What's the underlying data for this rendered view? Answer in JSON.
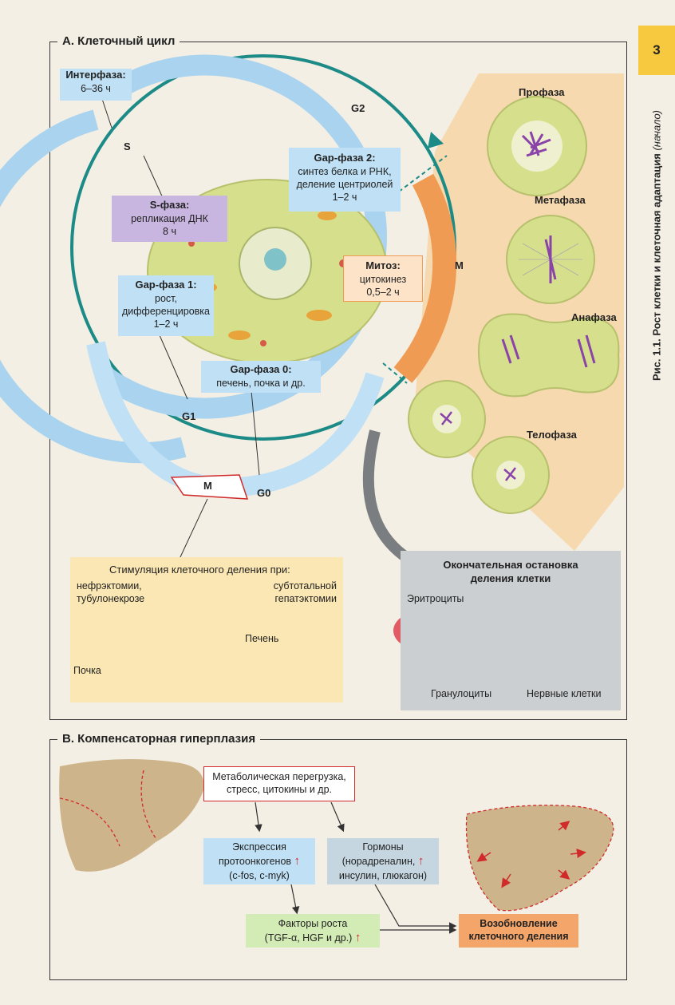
{
  "page_number": "3",
  "side_caption": {
    "fig": "Рис. 1.1.",
    "title": "Рост клетки и клеточная адаптация",
    "note": "(начало)"
  },
  "sectionA": {
    "title": "А. Клеточный цикл",
    "interphase": {
      "title": "Интерфаза:",
      "time": "6–36 ч"
    },
    "letters": {
      "s": "S",
      "g2": "G2",
      "m": "M",
      "g1": "G1",
      "g0": "G0",
      "m_small": "M"
    },
    "s_phase": {
      "title": "S-фаза:",
      "text": "репликация ДНК",
      "time": "8 ч"
    },
    "gap2": {
      "title": "Gap-фаза 2:",
      "text1": "синтез белка и РНК,",
      "text2": "деление центриолей",
      "time": "1–2 ч"
    },
    "mitosis": {
      "title": "Митоз:",
      "text": "цитокинез",
      "time": "0,5–2 ч"
    },
    "gap1": {
      "title": "Gap-фаза 1:",
      "text1": "рост,",
      "text2": "дифференцировка",
      "time": "1–2 ч"
    },
    "gap0": {
      "title": "Gap-фаза 0:",
      "text": "печень, почка и др."
    },
    "phases": {
      "prophase": "Профаза",
      "metaphase": "Метафаза",
      "anaphase": "Анафаза",
      "telophase": "Телофаза"
    },
    "stimulation": {
      "title": "Стимуляция клеточного деления при:",
      "left1": "нефрэктомии,",
      "left2": "тубулонекрозе",
      "right1": "субтотальной",
      "right2": "гепатэктомии",
      "kidney": "Почка",
      "liver": "Печень"
    },
    "terminal": {
      "title1": "Окончательная остановка",
      "title2": "деления клетки",
      "erythrocytes": "Эритроциты",
      "granulocytes": "Гранулоциты",
      "nerve": "Нервные клетки"
    }
  },
  "sectionB": {
    "title": "В. Компенсаторная гиперплазия",
    "metabolic": {
      "line1": "Метаболическая перегрузка,",
      "line2": "стресс, цитокины и др."
    },
    "expression": {
      "line1": "Экспрессия",
      "line2": "протоонкогенов",
      "line3": "(c-fos, c-myk)"
    },
    "hormones": {
      "line1": "Гормоны",
      "line2": "(норадреналин,",
      "line3": "инсулин, глюкагон)"
    },
    "growth": {
      "line1": "Факторы роста",
      "line2": "(TGF-α, HGF и др.)"
    },
    "renewal": {
      "line1": "Возобновление",
      "line2": "клеточного деления"
    },
    "up_arrow": "↑"
  },
  "colors": {
    "cycle_blue": "#a9d3ee",
    "box_blue": "#bfe0f5",
    "purple": "#c9b6e0",
    "orange": "#ef9b54",
    "cell_green": "#d6e08c",
    "fan": "#f6d9ae",
    "yellow_panel": "#fbe7b3",
    "grey_panel": "#cbcfd2",
    "teal": "#1c8a86",
    "green_box": "#d3ebb5",
    "orange_box": "#f4a56a"
  }
}
